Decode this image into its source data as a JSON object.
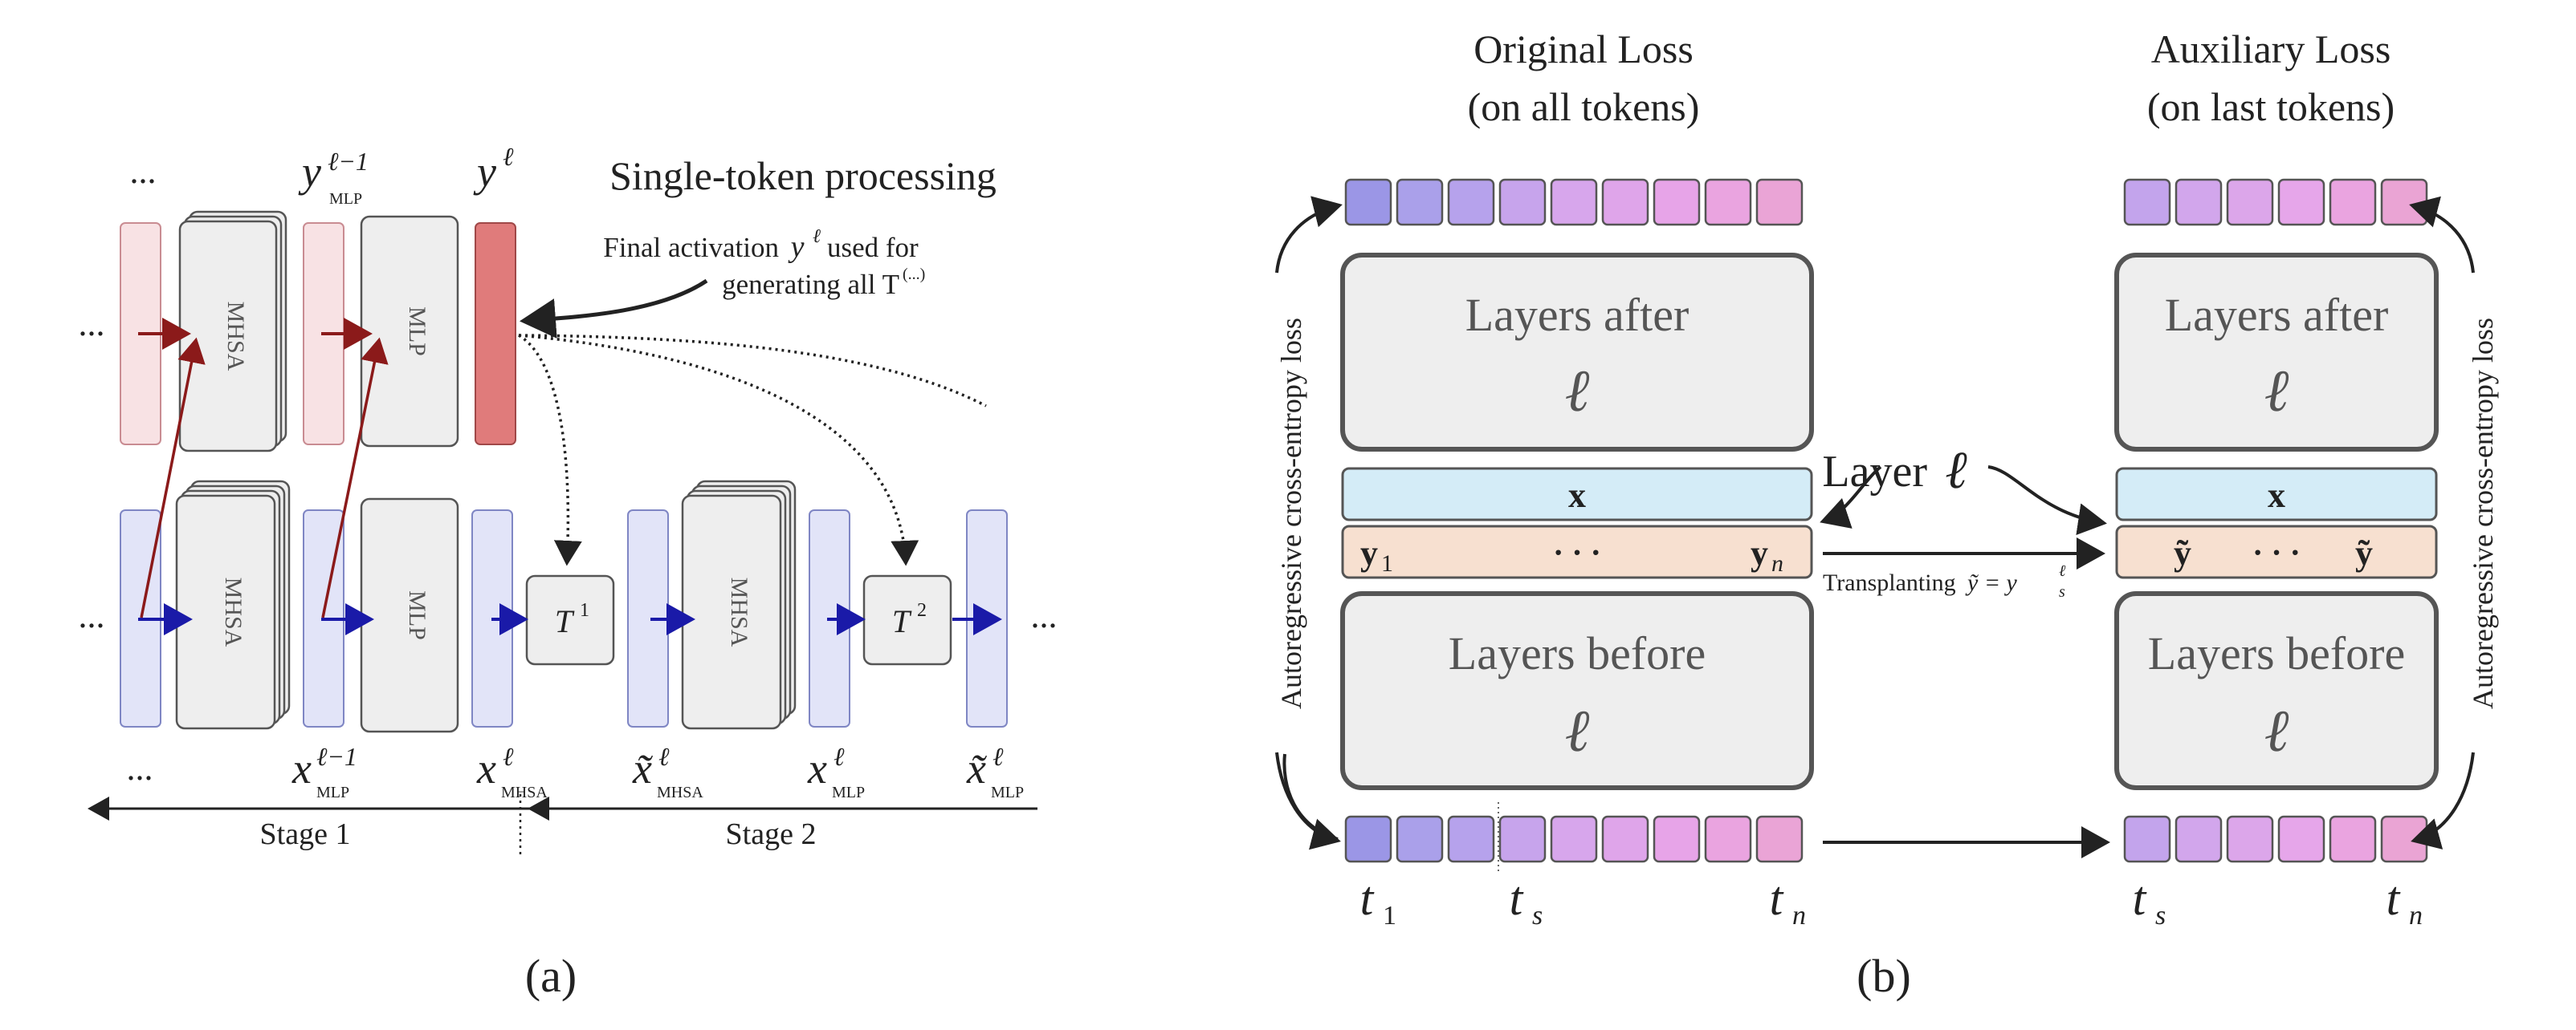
{
  "panel_a": {
    "caption": "(a)",
    "title": "Single-token processing",
    "annotation_line1_prefix": "Final activation",
    "annotation_line1_var": "y",
    "annotation_line1_sup": "ℓ",
    "annotation_line1_suffix": "used for",
    "annotation_line2": "generating all T",
    "annotation_line2_sup": "(...)",
    "top_labels": {
      "dots": "...",
      "y_prev": "y",
      "y_prev_sup": "ℓ−1",
      "y_prev_sub": "MLP",
      "y_cur": "y",
      "y_cur_sup": "ℓ"
    },
    "blocks": {
      "mhsa": "MHSA",
      "mlp": "MLP",
      "t1": "T",
      "t1_sup": "1",
      "t2": "T",
      "t2_sup": "2"
    },
    "row_dots": "...",
    "bottom_labels": {
      "dots": "...",
      "x_mlp_prev": "x",
      "x_mlp_prev_sup": "ℓ−1",
      "x_mlp_prev_sub": "MLP",
      "x_mhsa": "x",
      "x_mhsa_sup": "ℓ",
      "x_mhsa_sub": "MHSA",
      "xt_mhsa": "x̃",
      "xt_mhsa_sup": "ℓ",
      "xt_mhsa_sub": "MHSA",
      "x_mlp": "x",
      "x_mlp_sup": "ℓ",
      "x_mlp_sub": "MLP",
      "xt_mlp": "x̃",
      "xt_mlp_sup": "ℓ",
      "xt_mlp_sub": "MLP"
    },
    "stage1": "Stage 1",
    "stage2": "Stage 2"
  },
  "panel_b": {
    "caption": "(b)",
    "original_title_1": "Original Loss",
    "original_title_2": "(on all tokens)",
    "aux_title_1": "Auxiliary Loss",
    "aux_title_2": "(on last tokens)",
    "layers_after": "Layers after",
    "layers_before": "Layers before",
    "ell": "ℓ",
    "x_vec": "x",
    "y_first": "y",
    "y_first_sub": "1",
    "y_dots": "· · ·",
    "y_last": "y",
    "y_last_sub": "n",
    "ytilde": "ỹ",
    "layer_label": "Layer",
    "layer_ell": "ℓ",
    "transplant_text": "Transplanting",
    "transplant_eq": "ỹ = y",
    "transplant_sub": "s",
    "transplant_sup": "ℓ",
    "side_label": "Autoregressive cross-entropy loss",
    "t1": "t",
    "t1_sub": "1",
    "ts": "t",
    "ts_sub": "s",
    "tn": "t",
    "tn_sub": "n",
    "ts_aux": "t",
    "ts_aux_sub": "s",
    "tn_aux": "t",
    "tn_aux_sub": "n",
    "token_colors_orig": [
      "#9b96e6",
      "#aaa0ea",
      "#b6a2ec",
      "#c7a4ec",
      "#d7a6ec",
      "#dfa5ea",
      "#e7a4e8",
      "#eaa4e0",
      "#eaa4d6"
    ],
    "token_colors_aux": [
      "#c3a4ec",
      "#d2a6ec",
      "#dca6ea",
      "#e6a6ea",
      "#eaa4e0",
      "#eaa4d4"
    ]
  }
}
